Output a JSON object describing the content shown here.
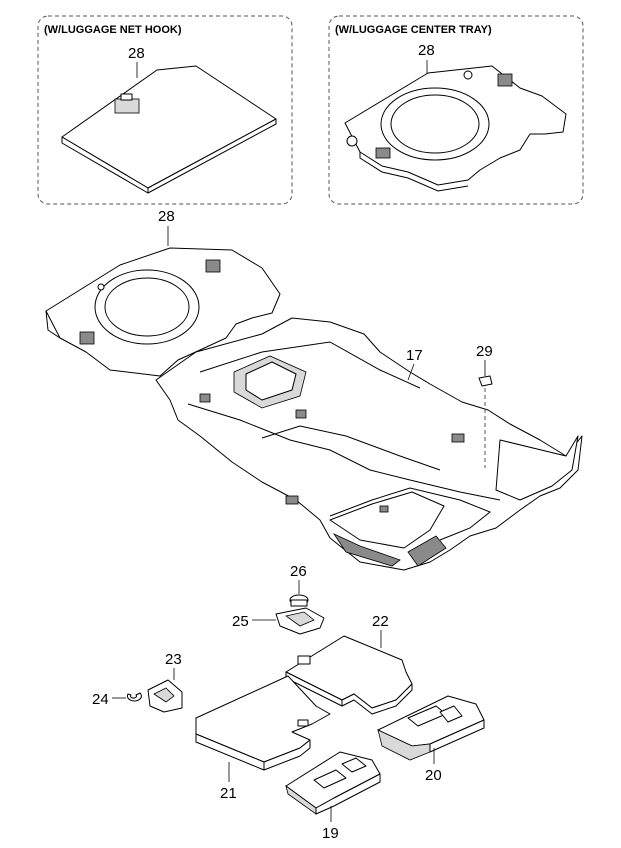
{
  "boxes": {
    "luggage_net_hook": "(W/LUGGAGE NET HOOK)",
    "luggage_center_tray": "(W/LUGGAGE CENTER TRAY)"
  },
  "callouts": {
    "net_hook_28": "28",
    "center_tray_28": "28",
    "main_28": "28",
    "p17": "17",
    "p29": "29",
    "p26": "26",
    "p25": "25",
    "p22": "22",
    "p23": "23",
    "p24": "24",
    "p21": "21",
    "p20": "20",
    "p19": "19"
  }
}
